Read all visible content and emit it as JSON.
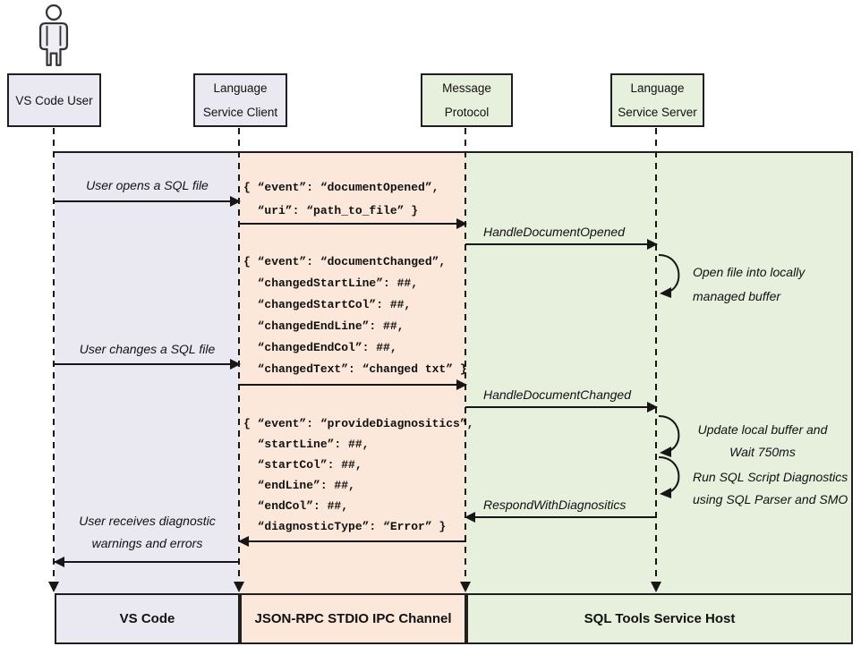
{
  "actors": {
    "user": "VS Code User",
    "client": "Language\nService Client",
    "protocol": "Message\nProtocol",
    "server": "Language\nService Server"
  },
  "bottom": {
    "vscode": "VS Code",
    "ipc": "JSON-RPC STDIO IPC Channel",
    "host": "SQL Tools Service Host"
  },
  "messages": {
    "open_file": "User opens a SQL file",
    "handle_opened": "HandleDocumentOpened",
    "change_file": "User changes a SQL file",
    "handle_changed": "HandleDocumentChanged",
    "respond_diag": "RespondWithDiagnositics",
    "receive_diag": "User receives diagnostic\nwarnings and errors"
  },
  "notes": {
    "open_buffer": "Open file into locally\nmanaged buffer",
    "update_buffer": "Update local buffer and\nWait 750ms",
    "run_diag": "Run SQL Script Diagnostics\nusing SQL Parser and SMO"
  },
  "payloads": {
    "document_opened": "{ “event”: “documentOpened”,\n  “uri”: “path_to_file” }",
    "document_changed": "{ “event”: “documentChanged”,\n  “changedStartLine”: ##,\n  “changedStartCol”: ##,\n  “changedEndLine”: ##,\n  “changedEndCol”: ##,\n  “changedText”: “changed txt” }",
    "provide_diagnostics": "{ “event”: “provideDiagnositics”,\n  “startLine”: ##,\n  “startCol”: ##,\n  “endLine”: ##,\n  “endCol”: ##,\n  “diagnosticType”: “Error” }"
  },
  "colors": {
    "lane_user": "#EAE9F1",
    "lane_ipc": "#FBE8DA",
    "lane_host": "#E7EFDD",
    "line": "#1F1F1F"
  }
}
